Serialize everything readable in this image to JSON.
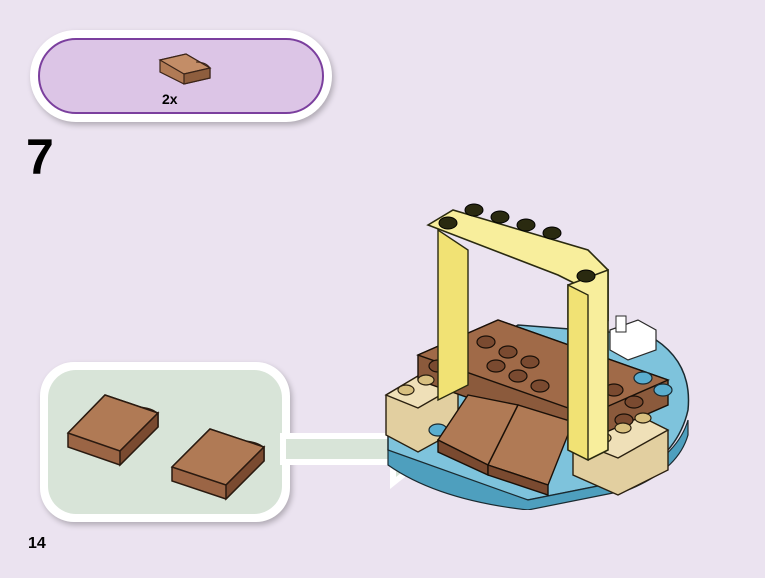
{
  "parts_list": {
    "quantity": "2x",
    "part_color": "#b07a55"
  },
  "step": {
    "number": "7"
  },
  "page": {
    "number": "14"
  },
  "colors": {
    "background": "#ebe3f0",
    "callout_fill": "#dcc5e6",
    "callout_border": "#7b3f9e",
    "subassembly_fill": "#d8e4d8",
    "arch_yellow": "#f8ee9c",
    "brick_brown": "#8b5a3c",
    "tan": "#e2cfa0",
    "base_blue": "#7ec3dc"
  }
}
